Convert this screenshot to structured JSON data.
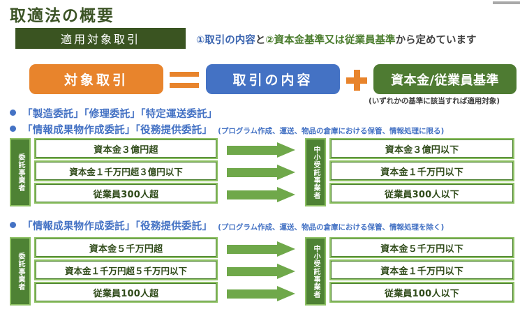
{
  "page": {
    "title": "取適法の概要"
  },
  "section_band": {
    "label": "適用対象取引",
    "note_part1": "①取引の内容",
    "note_conj": "と",
    "note_part2": "②資本金基準又は従業員基準",
    "note_tail": "から定めています"
  },
  "formula": {
    "target_label": "対象取引",
    "equals_icon": "equals-icon",
    "content_label": "取引の内容",
    "plus_icon": "plus-icon",
    "capital_label": "資本金/従業員基準",
    "capital_note": "(いずれかの基準に該当すれば適用対象)"
  },
  "bullets": [
    {
      "main": "「製造委託」「修理委託」「特定運送委託」",
      "sub": ""
    },
    {
      "main": "「情報成果物作成委託」「役務提供委託」",
      "sub": "(プログラム作成、運送、物品の倉庫における保管、情報処理に限る)"
    },
    {
      "main": "「情報成果物作成委託」「役務提供委託」",
      "sub": "(プログラム作成、運送、物品の倉庫における保管、情報処理を除く)"
    }
  ],
  "comparisons": [
    {
      "left_label": "委託事業者",
      "right_label": "中小受託事業者",
      "left_boxes": [
        "資本金３億円超",
        "資本金１千万円超３億円以下",
        "従業員300人超"
      ],
      "right_boxes": [
        "資本金３億円以下",
        "資本金１千万円以下",
        "従業員300人以下"
      ]
    },
    {
      "left_label": "委託事業者",
      "right_label": "中小受託事業者",
      "left_boxes": [
        "資本金５千万円超",
        "資本金１千万円超５千万円以下",
        "従業員100人超"
      ],
      "right_boxes": [
        "資本金５千万円以下",
        "資本金１千万円以下",
        "従業員100人以下"
      ]
    }
  ],
  "colors": {
    "title_green": "#3c5426",
    "band_green": "#3a5421",
    "orange": "#e8842c",
    "blue": "#4472c4",
    "green": "#4e7b32",
    "arrow_green": "#6fa84a",
    "box_border_light": "#8dc063",
    "box_border_dark": "#4e8234",
    "gray_bar": "#a9a9a9"
  }
}
